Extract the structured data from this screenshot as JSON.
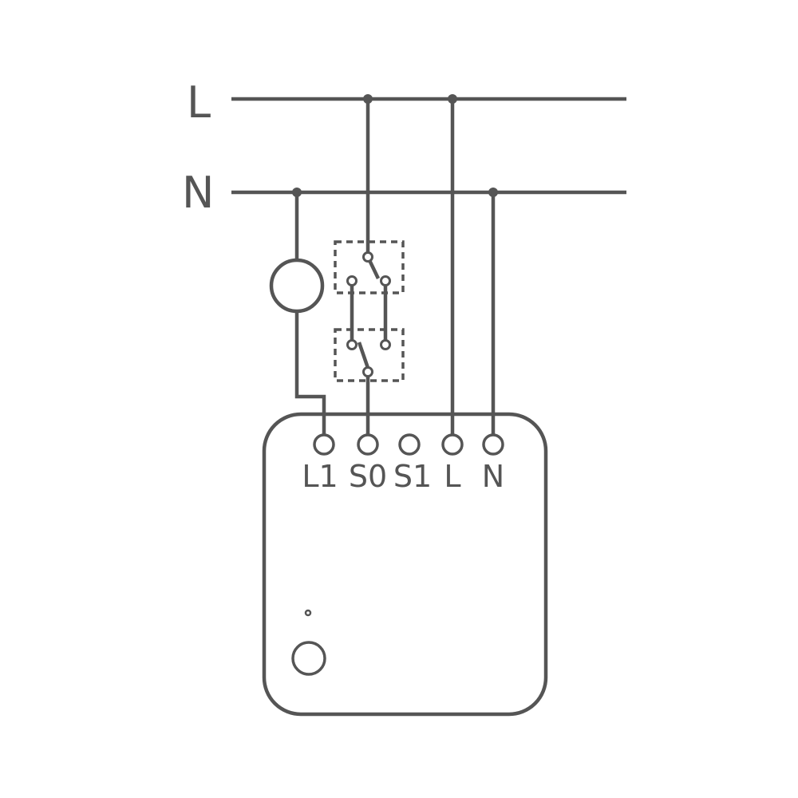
{
  "colors": {
    "line": "#555555",
    "background": "#ffffff"
  },
  "bus_labels": {
    "live": "L",
    "neutral": "N"
  },
  "module": {
    "terminals": [
      "L1",
      "S0",
      "S1",
      "L",
      "N"
    ]
  },
  "icons": {
    "load": "lamp-icon",
    "switch_top": "two-way-switch-icon",
    "switch_bottom": "two-way-switch-icon",
    "indicator": "led-indicator-icon",
    "button": "reset-button-icon"
  }
}
